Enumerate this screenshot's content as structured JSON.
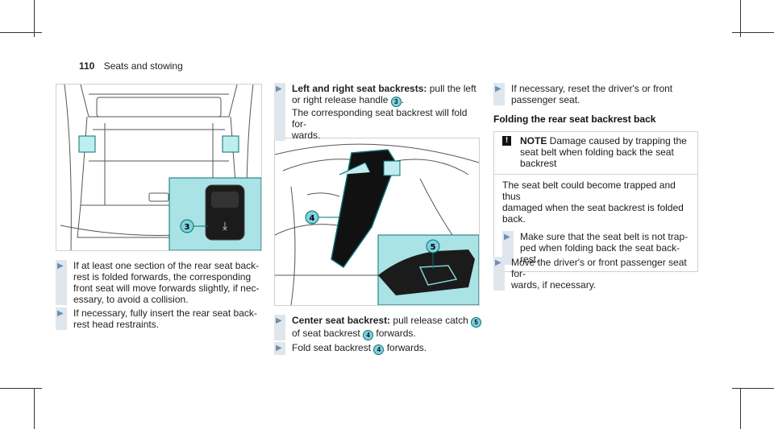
{
  "header": {
    "page_number": "110",
    "title": "Seats and stowing"
  },
  "figures": {
    "trunk": {
      "callout": "3"
    },
    "rear_seat": {
      "callout_backrest": "4",
      "callout_catch": "5"
    }
  },
  "column1": {
    "bullets": [
      "If at least one section of the rear seat back-\nrest is folded forwards, the corresponding\nfront seat will move forwards slightly, if nec-\nessary, to avoid a collision.",
      "If necessary, fully insert the rear seat back-\nrest head restraints."
    ]
  },
  "column2": {
    "lead_bold": "Left and right seat backrests:",
    "lead_text": " pull the left\nor right release handle ",
    "lead_num": "3",
    "lead_tail": ".\nThe corresponding seat backrest will fold for-\nwards.",
    "center_bold": "Center seat backrest:",
    "center_text": " pull release catch ",
    "center_num1": "5",
    "center_text2": "\nof seat backrest ",
    "center_num2": "4",
    "center_tail": " forwards.",
    "fold_text": "Fold seat backrest ",
    "fold_num": "4",
    "fold_tail": " forwards."
  },
  "column3": {
    "bullet1": "If necessary, reset the driver's or front\npassenger seat.",
    "subheading": "Folding the rear seat backrest back",
    "note_label": "NOTE",
    "note_text": " Damage caused by trapping the\nseat belt when folding back the seat\nbackrest",
    "note_detail": "The seat belt could become trapped and thus\ndamaged when the seat backrest is folded\nback.",
    "note_bullet": "Make sure that the seat belt is not trap-\nped when folding back the seat back-\nrest.",
    "bullet2": "Move the driver's or front passenger seat for-\nwards, if necessary."
  },
  "colors": {
    "accent_teal": "#7fd3d7",
    "accent_dark": "#0a6f75",
    "bullet_bar": "#dfe6ec"
  }
}
